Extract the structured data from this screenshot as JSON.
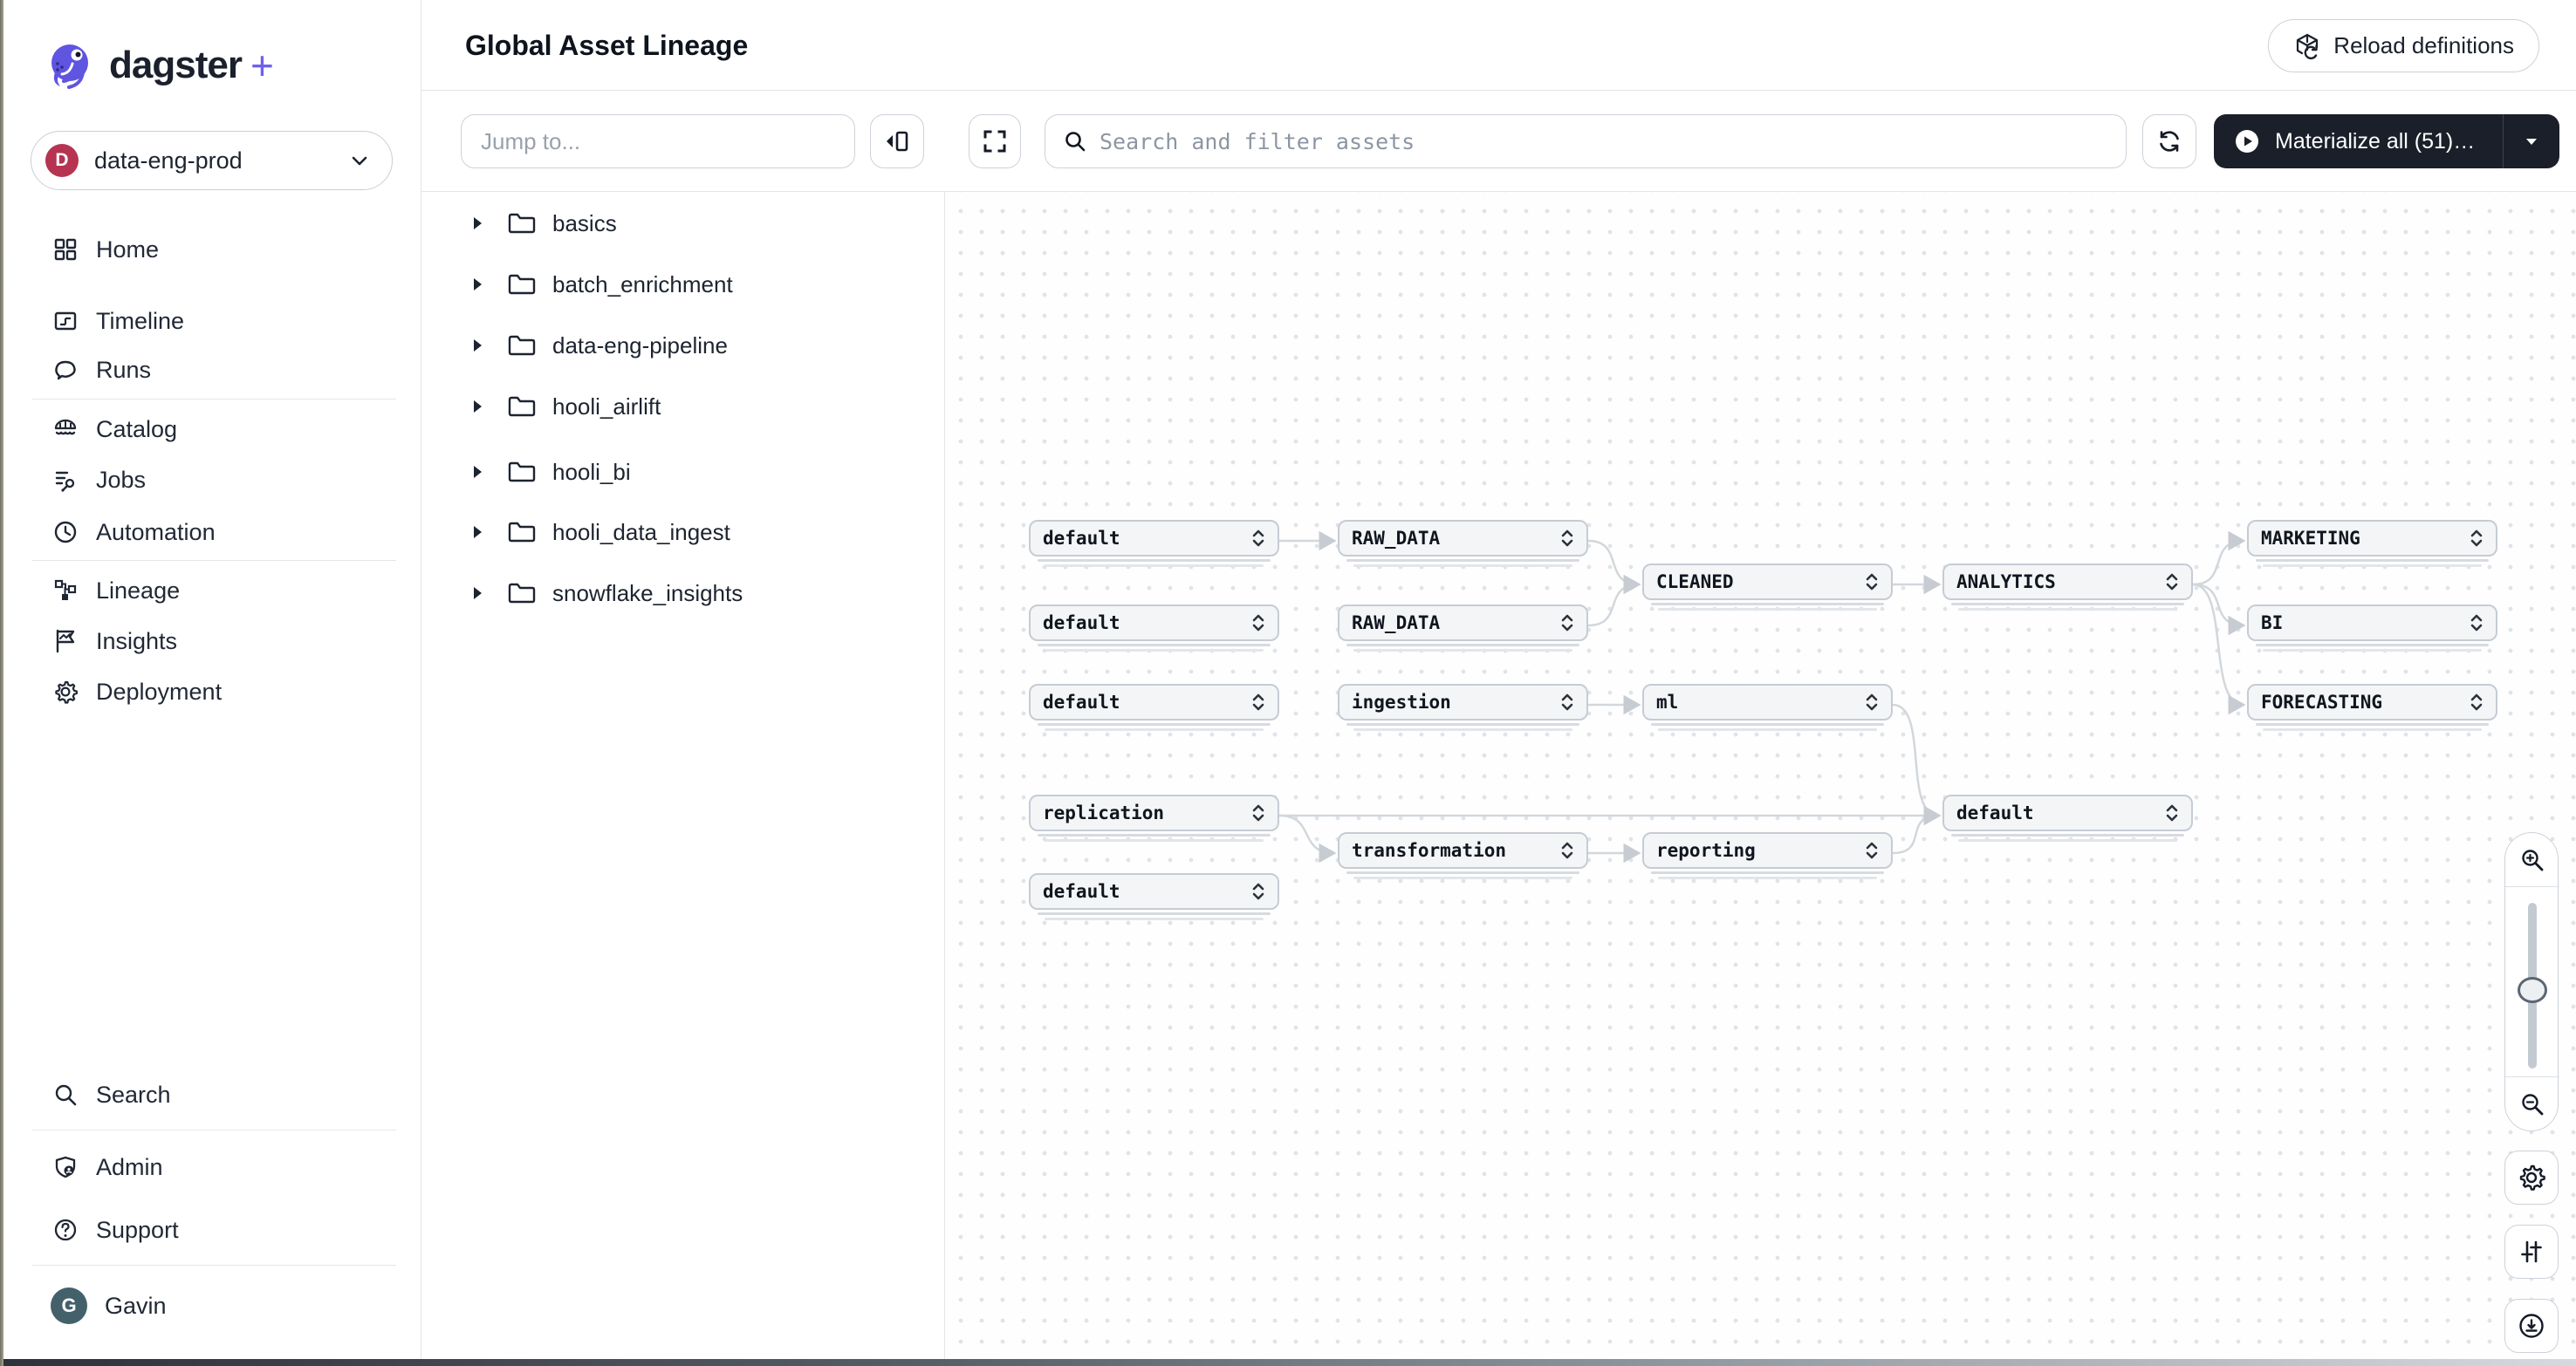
{
  "brand": {
    "name": "dagster",
    "plus": "+"
  },
  "workspace": {
    "initial": "D",
    "name": "data-eng-prod"
  },
  "sidebar": {
    "items": [
      {
        "id": "home",
        "icon": "home",
        "label": "Home"
      },
      {
        "id": "timeline",
        "icon": "timeline",
        "label": "Timeline"
      },
      {
        "id": "runs",
        "icon": "runs",
        "label": "Runs"
      },
      {
        "id": "catalog",
        "icon": "catalog",
        "label": "Catalog"
      },
      {
        "id": "jobs",
        "icon": "jobs",
        "label": "Jobs"
      },
      {
        "id": "automation",
        "icon": "automation",
        "label": "Automation"
      },
      {
        "id": "lineage",
        "icon": "lineage",
        "label": "Lineage"
      },
      {
        "id": "insights",
        "icon": "insights",
        "label": "Insights"
      },
      {
        "id": "deployment",
        "icon": "deployment",
        "label": "Deployment"
      },
      {
        "id": "search",
        "icon": "search",
        "label": "Search"
      },
      {
        "id": "admin",
        "icon": "admin",
        "label": "Admin"
      },
      {
        "id": "support",
        "icon": "support",
        "label": "Support"
      }
    ],
    "user": {
      "initial": "G",
      "name": "Gavin"
    }
  },
  "header": {
    "title": "Global Asset Lineage",
    "reload_button": "Reload definitions"
  },
  "tree": {
    "jump_placeholder": "Jump to...",
    "folders": [
      "basics",
      "batch_enrichment",
      "data-eng-pipeline",
      "hooli_airlift",
      "hooli_bi",
      "hooli_data_ingest",
      "snowflake_insights"
    ]
  },
  "toolbar": {
    "search_placeholder": "Search and filter assets",
    "materialize_label": "Materialize all (51)…"
  },
  "graph": {
    "nodes": [
      {
        "label": "default",
        "col": 0,
        "row": 0
      },
      {
        "label": "RAW_DATA",
        "col": 1,
        "row": 0
      },
      {
        "label": "CLEANED",
        "col": 2,
        "row": 1
      },
      {
        "label": "ANALYTICS",
        "col": 3,
        "row": 1
      },
      {
        "label": "MARKETING",
        "col": 4,
        "row": 0
      },
      {
        "label": "default",
        "col": 0,
        "row": 2
      },
      {
        "label": "RAW_DATA",
        "col": 1,
        "row": 2
      },
      {
        "label": "BI",
        "col": 4,
        "row": 2
      },
      {
        "label": "default",
        "col": 0,
        "row": 3
      },
      {
        "label": "ingestion",
        "col": 1,
        "row": 3
      },
      {
        "label": "ml",
        "col": 2,
        "row": 3
      },
      {
        "label": "FORECASTING",
        "col": 4,
        "row": 3
      },
      {
        "label": "replication",
        "col": 0,
        "row": 4
      },
      {
        "label": "transformation",
        "col": 1,
        "row": 5
      },
      {
        "label": "reporting",
        "col": 2,
        "row": 5
      },
      {
        "label": "default",
        "col": 3,
        "row": 4
      },
      {
        "label": "default",
        "col": 0,
        "row": 6
      }
    ],
    "edges": [
      [
        0,
        1
      ],
      [
        1,
        2
      ],
      [
        6,
        2
      ],
      [
        2,
        3
      ],
      [
        3,
        4
      ],
      [
        3,
        7
      ],
      [
        3,
        11
      ],
      [
        9,
        10
      ],
      [
        10,
        15
      ],
      [
        12,
        13
      ],
      [
        12,
        15
      ],
      [
        13,
        14
      ],
      [
        14,
        15
      ]
    ]
  },
  "colors": {
    "accent_purple": "#6e60f0",
    "workspace_avatar": "#b63352",
    "user_avatar": "#44606b",
    "materialize_bg": "#1a1f29",
    "node_fill": "#f3f5f7",
    "node_border": "#c6ccd4",
    "edge": "#d2d7dc"
  }
}
